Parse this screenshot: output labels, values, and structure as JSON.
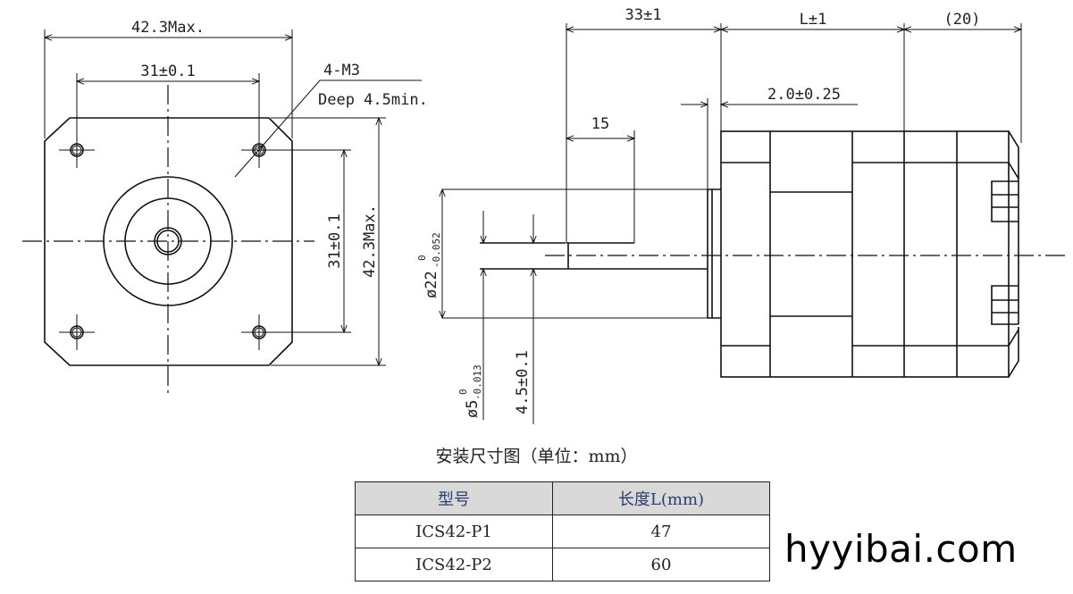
{
  "front_view": {
    "width_dim": "42.3Max.",
    "hole_spacing_h": "31±0.1",
    "hole_spacing_v": "31±0.1",
    "height_dim": "42.3Max.",
    "hole_callout_1": "4-M3",
    "hole_callout_2": "Deep 4.5min."
  },
  "side_view": {
    "shaft_length": "33±1",
    "body_length": "L±1",
    "rear_length": "(20)",
    "boss_thickness": "2.0±0.25",
    "flat_length": "15",
    "boss_diameter": "ø22",
    "boss_tol_upper": "0",
    "boss_tol_lower": "-0.052",
    "shaft_diameter": "ø5",
    "shaft_tol_upper": "0",
    "shaft_tol_lower": "-0.013",
    "flat_depth": "4.5±0.1"
  },
  "caption": "安装尺寸图（单位：mm）",
  "table": {
    "headers": [
      "型号",
      "长度L(mm)"
    ],
    "rows": [
      [
        "ICS42-P1",
        "47"
      ],
      [
        "ICS42-P2",
        "60"
      ]
    ],
    "header_bg": "#d9d9d9"
  },
  "watermark": "hyyibai.com"
}
